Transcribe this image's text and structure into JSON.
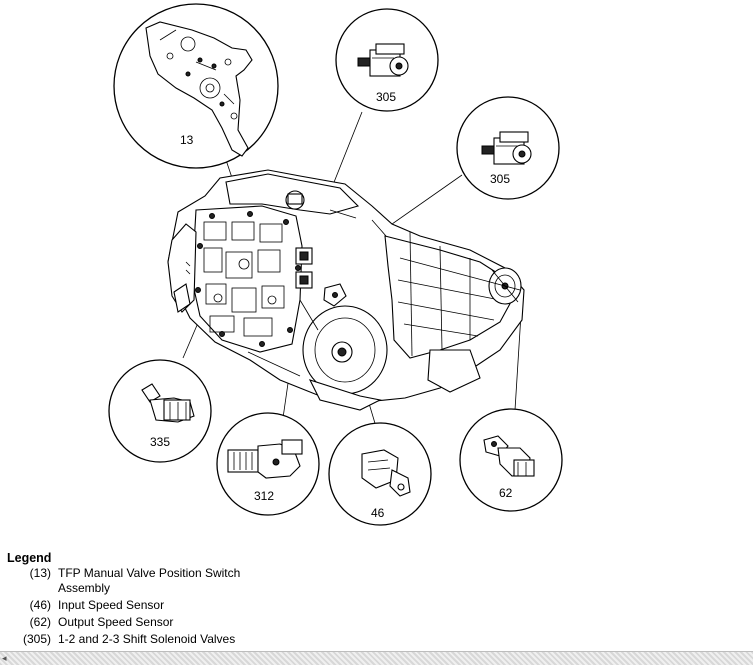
{
  "callouts": {
    "c13": "13",
    "c305a": "305",
    "c305b": "305",
    "c335": "335",
    "c312": "312",
    "c46": "46",
    "c62": "62"
  },
  "legend": {
    "title": "Legend",
    "items": [
      {
        "code": "(13)",
        "text": "TFP Manual Valve Position Switch Assembly"
      },
      {
        "code": "(46)",
        "text": "Input Speed Sensor"
      },
      {
        "code": "(62)",
        "text": "Output Speed Sensor"
      },
      {
        "code": "(305)",
        "text": "1-2 and 2-3 Shift Solenoid Valves"
      }
    ]
  },
  "icons": {
    "scroll_left": "scroll-left-arrow-icon"
  }
}
